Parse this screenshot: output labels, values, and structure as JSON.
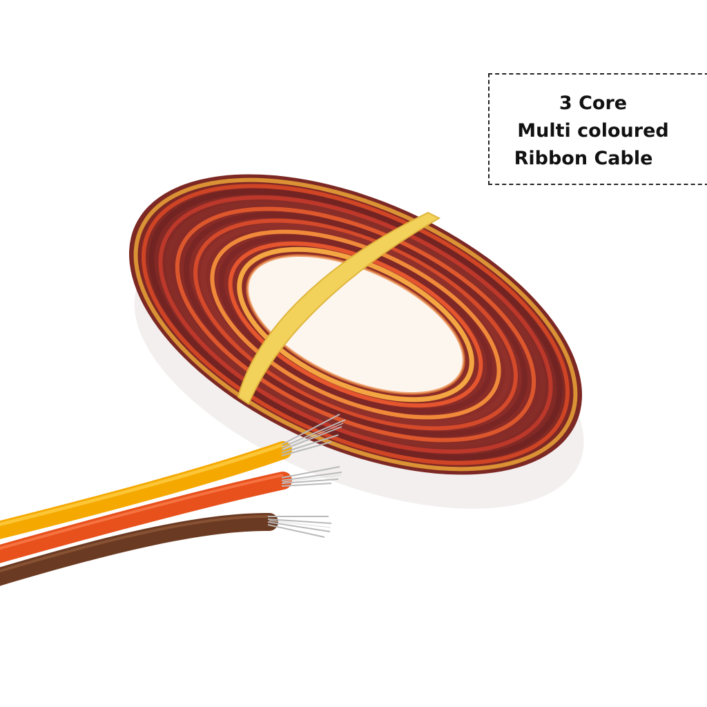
{
  "label": {
    "line1": "3 Core",
    "line2": "Multi coloured",
    "line3": "Ribbon Cable"
  },
  "colors": {
    "background": "#ffffff",
    "wire_yellow": "#f5a800",
    "wire_orange": "#e8501c",
    "wire_brown": "#6b3a22",
    "coil_maroon": "#7a2a26",
    "band_yellow": "#f2d25a"
  }
}
